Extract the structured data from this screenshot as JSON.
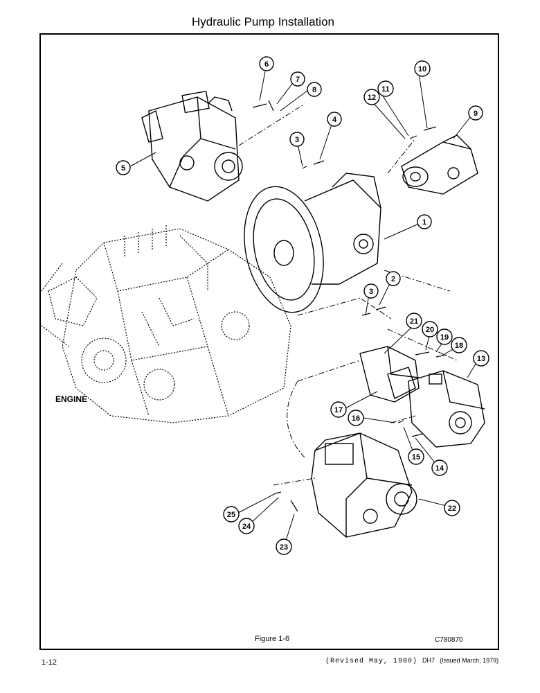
{
  "page": {
    "title": "Hydraulic Pump Installation",
    "figure_caption": "Figure 1-6",
    "drawing_number": "C780870",
    "page_number": "1-12",
    "revision": "(Revised May, 1980)",
    "doc_id": "DH7",
    "issued": "(Issued March, 1979)"
  },
  "engine_label": "ENGINE",
  "callouts": [
    "1",
    "2",
    "3",
    "3",
    "4",
    "5",
    "6",
    "7",
    "8",
    "9",
    "10",
    "11",
    "12",
    "13",
    "14",
    "15",
    "16",
    "17",
    "18",
    "19",
    "20",
    "21",
    "22",
    "23",
    "24",
    "25"
  ],
  "icons": {
    "engine": "engine-drawing-icon",
    "pump_main": "hydraulic-pump-icon",
    "pump_gear": "gear-pump-icon",
    "adapter": "adapter-housing-icon"
  }
}
